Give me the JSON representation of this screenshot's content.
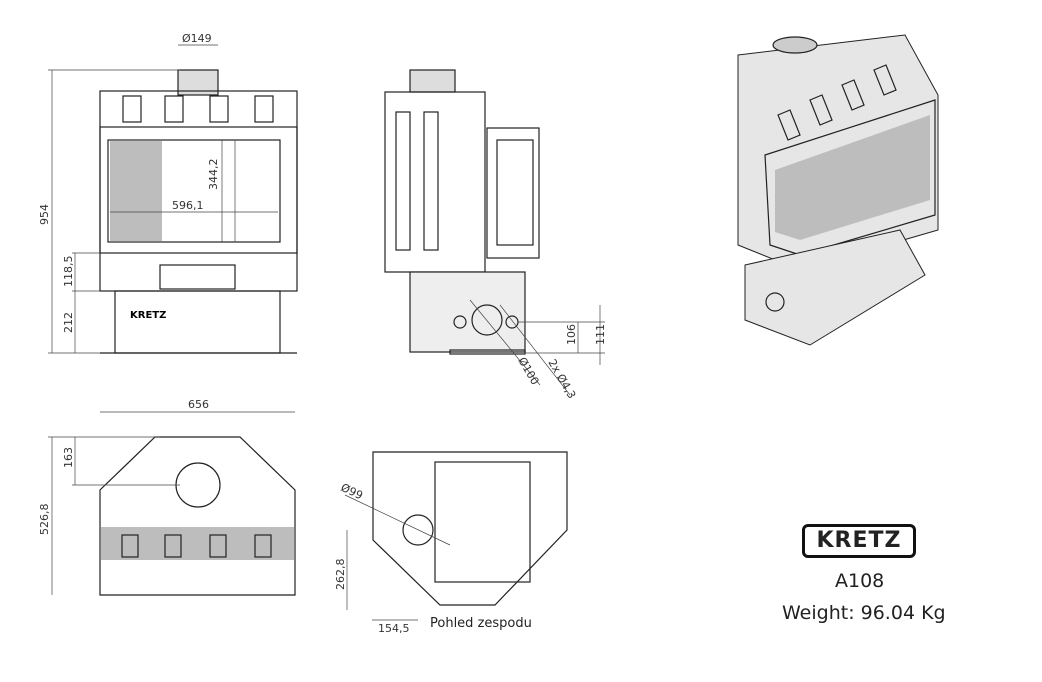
{
  "drawing": {
    "front_view": {
      "dims": {
        "flue": "Ø149",
        "height": "954",
        "width_glass": "596,1",
        "height_glass": "344,2",
        "lower": "118,5",
        "base": "212"
      },
      "logo": "KRETZ"
    },
    "side_view": {
      "dims": {
        "h1": "106",
        "h2": "111",
        "outlet": "Ø100",
        "holes": "2x Ø4,3"
      }
    },
    "top_view": {
      "dims": {
        "width": "656",
        "depth": "526,8",
        "flue_offset": "163"
      }
    },
    "bottom_view": {
      "title": "Pohled zespodu",
      "dims": {
        "diameter": "Ø99",
        "y": "262,8",
        "x": "154,5"
      }
    },
    "info": {
      "brand": "KRETZ",
      "model": "A108",
      "weight": "Weight: 96.04 Kg"
    }
  }
}
